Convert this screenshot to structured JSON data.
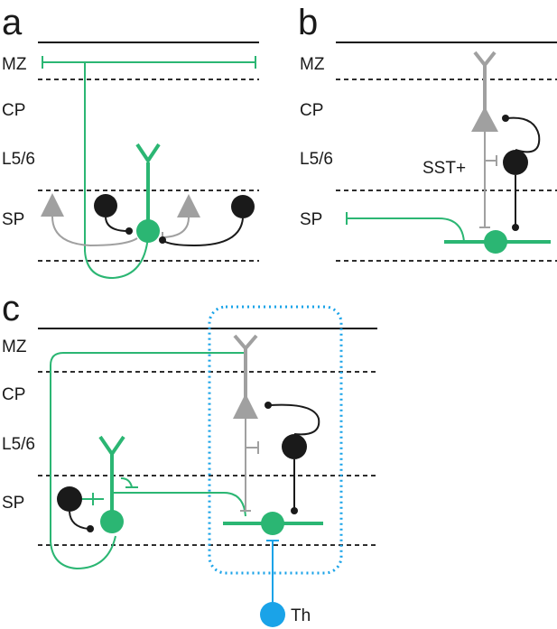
{
  "panels": {
    "a": {
      "letter": "a",
      "layers": [
        "MZ",
        "CP",
        "L5/6",
        "SP"
      ]
    },
    "b": {
      "letter": "b",
      "layers": [
        "MZ",
        "CP",
        "L5/6",
        "SP"
      ],
      "cell_label": "SST+"
    },
    "c": {
      "letter": "c",
      "layers": [
        "MZ",
        "CP",
        "L5/6",
        "SP"
      ],
      "thalamus_label": "Th"
    }
  },
  "colors": {
    "subplate_neuron": "#2bb673",
    "pyramidal_neuron": "#a0a0a0",
    "interneuron": "#1a1a1a",
    "thalamus": "#1aa3e8",
    "boundary": "#111111"
  }
}
